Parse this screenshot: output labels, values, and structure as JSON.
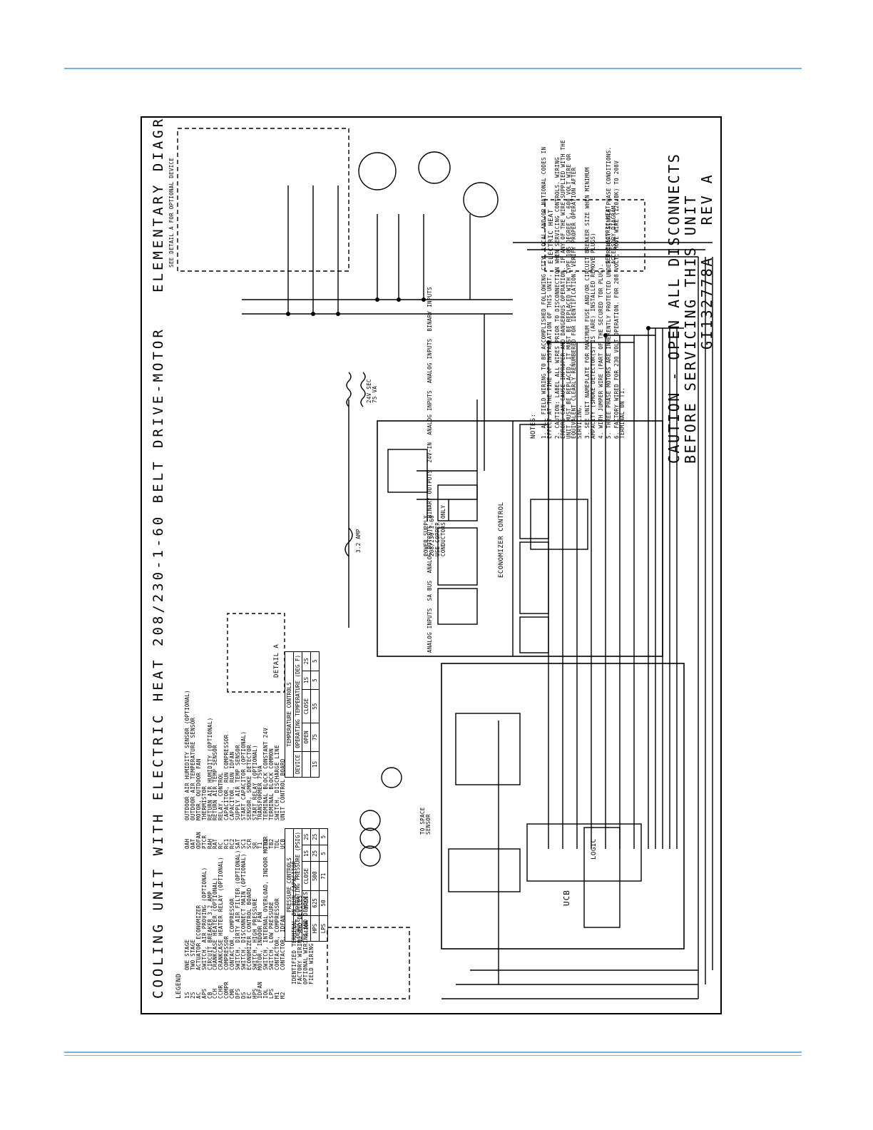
{
  "title": "COOLING UNIT WITH ELECTRIC HEAT 208/230-1-60 BELT DRIVE-MOTOR",
  "subtitle": "ELEMENTARY DIAGRAM",
  "legend": {
    "heading": "LEGEND",
    "items": [
      [
        "1S",
        "ONE STAGE"
      ],
      [
        "2S",
        "TWO STAGE"
      ],
      [
        "AC",
        "ACTUATOR ECONOMIZER"
      ],
      [
        "APS",
        "SWITCH, AIR PROVING (OPTIONAL)"
      ],
      [
        "CB",
        "CIRCUIT BREAKER 3.2 AMP"
      ],
      [
        "CCH",
        "CRANKCASE HEATER (OPTIONAL)"
      ],
      [
        "CCHR",
        "CRANKCASE HEATER RELAY (OPTIONAL)"
      ],
      [
        "COMPR",
        "COMPRESSOR"
      ],
      [
        "CMR",
        "CONTACTOR, COMPRESSOR"
      ],
      [
        "DFS",
        "SWITCH, DIRTY AIR FILTER (OPTIONAL)"
      ],
      [
        "DS",
        "SWITCH, DISCONNECT MAIN (OPTIONAL)"
      ],
      [
        "EC",
        "ECONOMIZER CONTROL BOARD"
      ],
      [
        "HPS",
        "SWITCH, HIGH PRESSURE"
      ],
      [
        "IDFAN",
        "MOTOR, INDOOR FAN"
      ],
      [
        "IOL",
        "SWITCH, INTERNAL OVERLOAD, INDOOR MOTOR"
      ],
      [
        "LPS",
        "SWITCH, LOW PRESSURE"
      ],
      [
        "M1",
        "CONTACTOR, COMPRESSOR"
      ],
      [
        "M2",
        "CONTACTOR, IDFAN"
      ]
    ],
    "items2": [
      [
        "OAH",
        "OUTDOOR AIR HUMIDITY SENSOR (OPTIONAL)"
      ],
      [
        "OAT",
        "OUTDOOR AIR TEMPERATURE SENSOR"
      ],
      [
        "ODFAN",
        "MOTOR, OUTDOOR FAN"
      ],
      [
        "PTCR",
        "THERMISTOR"
      ],
      [
        "RAH",
        "RETURN AIR HUMIDITY (OPTIONAL)"
      ],
      [
        "RAT",
        "RETURN AIR TEMP SENSOR"
      ],
      [
        "RC",
        "RELAY, CONTROL"
      ],
      [
        "RC1",
        "CAPACITOR, RUN COMPRESSOR"
      ],
      [
        "RC2",
        "CAPACITOR, RUN IDFAN"
      ],
      [
        "SAT",
        "SUPPLY AIR TEMP SENSOR"
      ],
      [
        "SC1",
        "START CAPACITOR (OPTIONAL)"
      ],
      [
        "SCR",
        "SENSOR, SMOKE DETECTOR"
      ],
      [
        "SR",
        "START RELAY (OPTIONAL)"
      ],
      [
        "T1",
        "TRANSFORMER 75VA"
      ],
      [
        "TB1",
        "TERMINAL BLOCK CONSTANT 24V"
      ],
      [
        "TB2",
        "TERMINAL BLOCK COMMON"
      ],
      [
        "TDL",
        "SWITCH, DISCHARGE LINE"
      ],
      [
        "UCB",
        "UNIT CONTROL BOARD"
      ]
    ],
    "symbols": [
      "IDENTIFIED TERMINAL ON RUN CAPACITOR",
      "FACTORY WIRING AND DEVICES",
      "OPTIONAL WIRING AND DEVICES",
      "FIELD WIRING"
    ]
  },
  "pressure_controls": {
    "heading": "PRESSURE CONTROLS",
    "columns": [
      "DEVICE",
      "OPEN",
      "CLOSE",
      "1S",
      "2S"
    ],
    "subheading": "OPERATING PRESSURE (PSIG)",
    "refrigerant": "R410A",
    "rows": [
      [
        "HPS",
        "625",
        "500",
        "25",
        "25"
      ],
      [
        "LPS",
        "50",
        "71",
        "5",
        "5"
      ]
    ]
  },
  "temperature_controls": {
    "heading": "TEMPERATURE CONTROLS",
    "subheading": "OPERATING TEMPERATURE (DEG F)",
    "columns": [
      "DEVICE",
      "OPEN",
      "CLOSE",
      "1S",
      "2S"
    ],
    "rows": [
      [
        "1S",
        "75",
        "55",
        "5",
        "5"
      ]
    ]
  },
  "detail_a": "DETAIL A",
  "power_supply": "POWER SUPPLY\n208/230-1-60\nUSE COPPER\nCONDUCTORS ONLY",
  "economizer_label": "ECONOMIZER CONTROL",
  "economizer_groups": [
    "ANALOG INPUTS",
    "SA BUS",
    "ANALOG OUTPUTS",
    "BINARY OUTPUTS",
    "24V-IN",
    "ANALOG INPUTS",
    "ANALOG INPUTS",
    "BINARY INPUTS"
  ],
  "ucb_label": "UCB",
  "logic_label": "LOGIC",
  "electric_heat_label": "ELECTRIC HEAT",
  "see_electric_heat": "SEE ELECTRIC HEAT\nACCESSORY DIAGRAM",
  "see_detail_a": "SEE DETAIL A FOR OPTIONAL DEVICE",
  "to_space_sensor": "TO SPACE\nSENSOR",
  "transformer_label": "24V SEC\n75 VA",
  "cb_label": "3.2 AMP",
  "notes": {
    "heading": "NOTES:",
    "items": [
      "1. ALL FIELD WIRING TO BE ACCOMPLISHED FOLLOWING CITY, LOCAL AND/OR NATIONAL CODES IN EFFECT AT THE TIME OF INSTALLATION OF THIS UNIT.",
      "2. CAUTION: LABEL ALL WIRES PRIOR TO DISCONNECTION WHEN SERVICING CONTROLS. WIRING ERRORS CAN CAUSE IMPROPER AND DANGEROUS OPERATION. IF ANY OF THE WIRE SUPPLIED WITH THE UNIT MUST BE REPLACED, IT MUST BE REPLACED WITH TYPE 105 DEGREE C, 600 VOLT WIRE OR EQUIVALENT CLEARLY RENUMBERED FOR IDENTIFICATION. VERIFY PROPER OPERATION AFTER SERVICING.",
      "3. SEE UNIT NAMEPLATE FOR MAXIMUM FUSE AND/OR CIRCUIT BREAKER SIZE WHEN MINIMUM AMPACITY (SMOKE DETECTOR(S) IS (ARE) INSTALLED REMOVE PLUGS)",
      "4. WITH JUMPER WIRE (PART OF THE SECURED TOR PLUG).",
      "5. THREE PHASE MOTORS ARE INHERENTLY PROTECTED UNDER PRIMARY SINGLE PHASE CONDITIONS.",
      "6. FACTORY WIRED FOR 230 VOLT OPERATION. FOR 208 VOLT, MOVE WIRE (120/BK) TO 208V TERMINAL ON T1."
    ]
  },
  "caution": "CAUTION - OPEN ALL DISCONNECTS\nBEFORE SERVICING THIS UNIT",
  "part_number": "GI132778A   REV A"
}
